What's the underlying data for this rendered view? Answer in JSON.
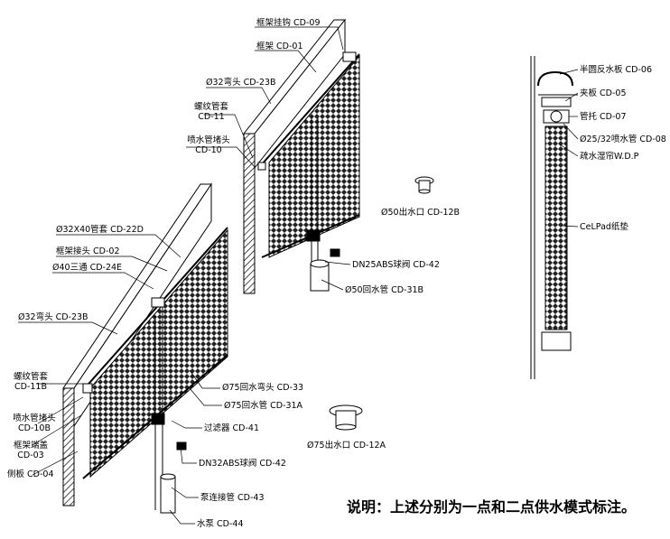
{
  "labels": {
    "frame_hook": "框架挂钩 CD-09",
    "frame_top": "框架 CD-01",
    "elbow32_b_top": "Ø32弯头 CD-23B",
    "thread_sleeve_top": "螺纹管套",
    "thread_sleeve_top_code": "CD-11",
    "spray_plug_top": "喷水管堵头",
    "spray_plug_top_code": "CD-10",
    "outlet50_fitting": "Ø50出水口 CD-12B",
    "sleeve32x40": "Ø32X40管套 CD-22D",
    "frame_joint": "框架接头 CD-02",
    "tee40": "Ø40三通 CD-24E",
    "ball_valve_dn25": "DN25ABS球阀 CD-42",
    "return50": "Ø50回水管 CD-31B",
    "elbow32_b_left": "Ø32弯头 CD-23B",
    "thread_sleeve_left": "螺纹管套",
    "thread_sleeve_left_code": "CD-11B",
    "spray_plug_left": "喷水管堵头",
    "spray_plug_left_code": "CD-10B",
    "frame_endcap": "框架端盖",
    "frame_endcap_code": "CD-03",
    "side_plate": "侧板 CD-04",
    "return_elbow75": "Ø75回水弯头 CD-33",
    "return75": "Ø75回水管 CD-31A",
    "filter": "过滤器 CD-41",
    "ball_valve_dn32": "DN32ABS球阀 CD-42",
    "pump_connector": "泵连接管 CD-43",
    "pump": "水泵 CD-44",
    "outlet75": "Ø75出水口 CD-12A",
    "half_round_baffle": "半圆反水板 CD-06",
    "clamp_plate": "夹板 CD-05",
    "pipe_bracket": "管托 CD-07",
    "spray_pipe": "Ø25/32喷水管 CD-08",
    "drain_curtain": "疏水湿帘W.D.P",
    "celpad": "CeLPad纸垫"
  },
  "note": "说明：上述分别为一点和二点供水模式标注。"
}
